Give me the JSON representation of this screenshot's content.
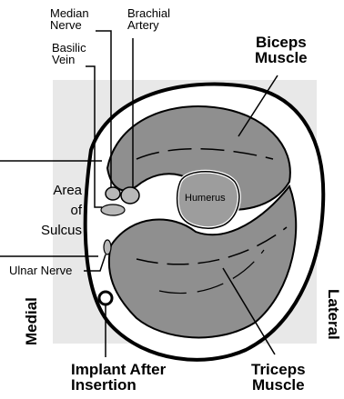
{
  "labels": {
    "median_nerve": [
      "Median",
      "Nerve"
    ],
    "brachial_artery": [
      "Brachial",
      "Artery"
    ],
    "basilic_vein": [
      "Basilic",
      "Vein"
    ],
    "biceps_muscle": [
      "Biceps",
      "Muscle"
    ],
    "humerus": "Humerus",
    "area_of_sulcus": [
      "Area",
      "of",
      "Sulcus"
    ],
    "ulnar_nerve": "Ulnar Nerve",
    "medial": "Medial",
    "lateral": "Lateral",
    "implant_after_insertion": [
      "Implant After",
      "Insertion"
    ],
    "triceps_muscle": [
      "Triceps",
      "Muscle"
    ]
  },
  "colors": {
    "background_panel": "#e8e8e8",
    "muscle_fill": "#8f8f8f",
    "bone_fill": "#9d9d9d",
    "vessel_fill": "#b8b8b8",
    "outline": "#000000"
  }
}
